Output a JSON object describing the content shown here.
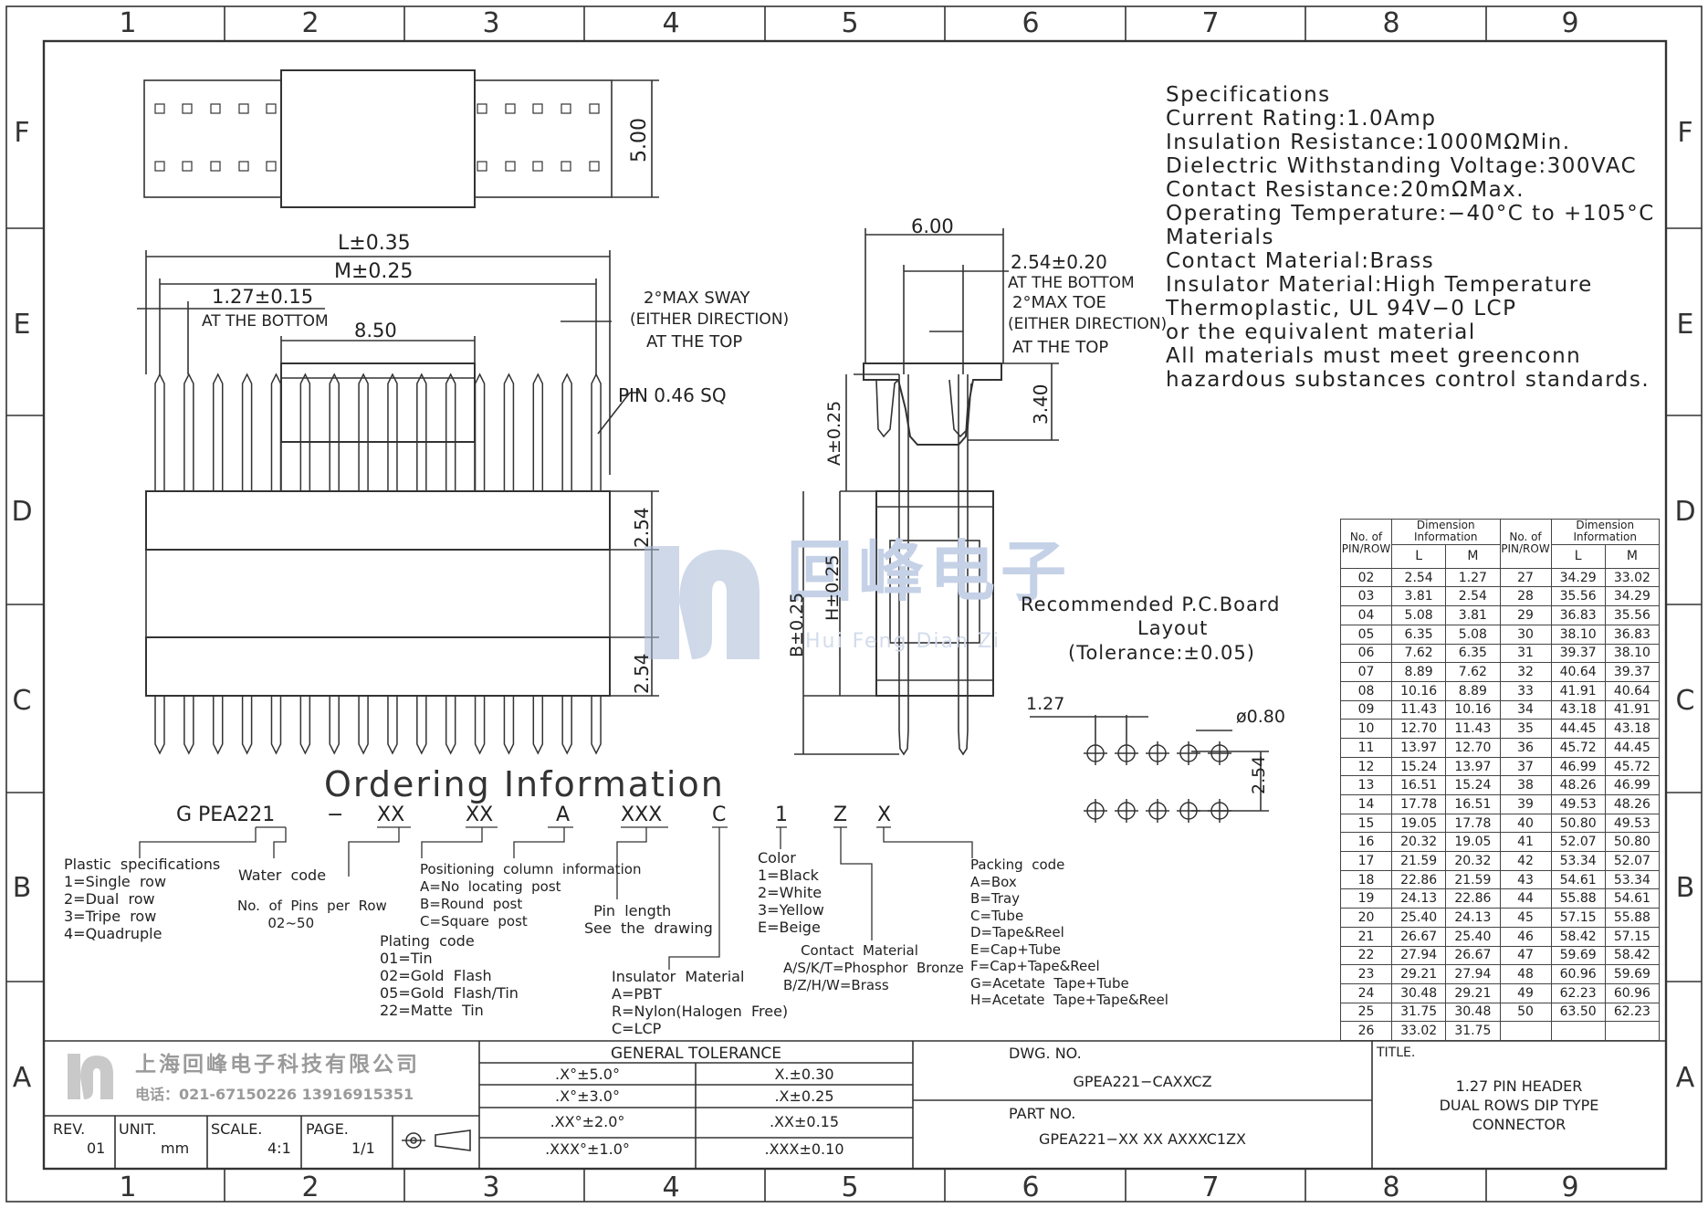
{
  "zone_labels": {
    "columns": [
      "1",
      "2",
      "3",
      "4",
      "5",
      "6",
      "7",
      "8",
      "9"
    ],
    "rows": [
      "F",
      "E",
      "D",
      "C",
      "B",
      "A"
    ]
  },
  "specifications": [
    "Specifications",
    "Current  Rating:1.0Amp",
    "Insulation  Resistance:1000MΩMin.",
    "Dielectric  Withstanding  Voltage:300VAC",
    "Contact  Resistance:20mΩMax.",
    "Operating  Temperature:−40°C  to  +105°C",
    "Materials",
    "Contact  Material:Brass",
    "Insulator  Material:High  Temperature",
    "Thermoplastic,  UL  94V−0  LCP",
    "or  the  equivalent  material",
    "All  materials  must  meet  greenconn",
    "hazardous  substances  control  standards."
  ],
  "dimensions": {
    "top_height": "5.00",
    "l": "L±0.35",
    "m": "M±0.25",
    "pitch": "1.27±0.15",
    "at_bottom": "AT THE BOTTOM",
    "housing_width": "8.50",
    "sway_1": "2°MAX  SWAY",
    "sway_2": "(EITHER DIRECTION)",
    "sway_3": "AT THE TOP",
    "pin_size": "PIN  0.46  SQ",
    "row_spacing_a": "2.54",
    "row_spacing_b": "2.54",
    "side_width": "6.00",
    "side_pitch": "2.54±0.20",
    "side_at_bottom": "AT THE BOTTOM",
    "toe_1": "2°MAX  TOE",
    "toe_2": "(EITHER DIRECTION)",
    "toe_3": "AT THE TOP",
    "side_height": "3.40",
    "a_dim": "A±0.25",
    "h_dim": "H±0.25",
    "b_dim": "B±0.25"
  },
  "pcb_layout": {
    "title_1": "Recommended  P.C.Board",
    "title_2": "Layout",
    "tolerance": "(Tolerance:±0.05)",
    "pitch": "1.27",
    "hole": "ø0.80",
    "row_pitch": "2.54"
  },
  "watermark": {
    "cn": "回峰电子",
    "en": "Hui Feng Dian Zi"
  },
  "ordering": {
    "title": "Ordering  Information",
    "code_parts": [
      "G  PEA221",
      "−",
      "XX",
      "XX",
      "A",
      "XXX",
      "C",
      "1",
      "Z",
      "X"
    ],
    "plastic": "Plastic  specifications\n1=Single  row\n2=Dual  row\n3=Tripe  row\n4=Quadruple",
    "water": "Water  code",
    "pins": "No.  of  Pins  per  Row\n       02~50",
    "plating": "Plating  code\n01=Tin\n02=Gold  Flash\n05=Gold  Flash/Tin\n22=Matte  Tin",
    "positioning": "Positioning  column  information\nA=No  locating  post\nB=Round  post\nC=Square  post",
    "pin_length": "  Pin  length\nSee  the  drawing",
    "insulator": "Insulator  Material\nA=PBT\nR=Nylon(Halogen  Free)\nC=LCP",
    "color": "Color\n1=Black\n2=White\n3=Yellow\nE=Beige",
    "contact": "    Contact  Material\nA/S/K/T=Phosphor  Bronze\nB/Z/H/W=Brass",
    "packing": "Packing  code\nA=Box\nB=Tray\nC=Tube\nD=Tape&Reel\nE=Cap+Tube\nF=Cap+Tape&Reel\nG=Acetate  Tape+Tube\nH=Acetate  Tape+Tape&Reel"
  },
  "dimension_table": {
    "h_pin_row": "No. of PIN/ROW",
    "h_dim": "Dimension  Information",
    "h_l": "L",
    "h_m": "M",
    "rows": [
      [
        "02",
        "2.54",
        "1.27",
        "27",
        "34.29",
        "33.02"
      ],
      [
        "03",
        "3.81",
        "2.54",
        "28",
        "35.56",
        "34.29"
      ],
      [
        "04",
        "5.08",
        "3.81",
        "29",
        "36.83",
        "35.56"
      ],
      [
        "05",
        "6.35",
        "5.08",
        "30",
        "38.10",
        "36.83"
      ],
      [
        "06",
        "7.62",
        "6.35",
        "31",
        "39.37",
        "38.10"
      ],
      [
        "07",
        "8.89",
        "7.62",
        "32",
        "40.64",
        "39.37"
      ],
      [
        "08",
        "10.16",
        "8.89",
        "33",
        "41.91",
        "40.64"
      ],
      [
        "09",
        "11.43",
        "10.16",
        "34",
        "43.18",
        "41.91"
      ],
      [
        "10",
        "12.70",
        "11.43",
        "35",
        "44.45",
        "43.18"
      ],
      [
        "11",
        "13.97",
        "12.70",
        "36",
        "45.72",
        "44.45"
      ],
      [
        "12",
        "15.24",
        "13.97",
        "37",
        "46.99",
        "45.72"
      ],
      [
        "13",
        "16.51",
        "15.24",
        "38",
        "48.26",
        "46.99"
      ],
      [
        "14",
        "17.78",
        "16.51",
        "39",
        "49.53",
        "48.26"
      ],
      [
        "15",
        "19.05",
        "17.78",
        "40",
        "50.80",
        "49.53"
      ],
      [
        "16",
        "20.32",
        "19.05",
        "41",
        "52.07",
        "50.80"
      ],
      [
        "17",
        "21.59",
        "20.32",
        "42",
        "53.34",
        "52.07"
      ],
      [
        "18",
        "22.86",
        "21.59",
        "43",
        "54.61",
        "53.34"
      ],
      [
        "19",
        "24.13",
        "22.86",
        "44",
        "55.88",
        "54.61"
      ],
      [
        "20",
        "25.40",
        "24.13",
        "45",
        "57.15",
        "55.88"
      ],
      [
        "21",
        "26.67",
        "25.40",
        "46",
        "58.42",
        "57.15"
      ],
      [
        "22",
        "27.94",
        "26.67",
        "47",
        "59.69",
        "58.42"
      ],
      [
        "23",
        "29.21",
        "27.94",
        "48",
        "60.96",
        "59.69"
      ],
      [
        "24",
        "30.48",
        "29.21",
        "49",
        "62.23",
        "60.96"
      ],
      [
        "25",
        "31.75",
        "30.48",
        "50",
        "63.50",
        "62.23"
      ],
      [
        "26",
        "33.02",
        "31.75",
        "",
        "",
        ""
      ]
    ]
  },
  "title_block": {
    "company": "上海回峰电子科技有限公司",
    "phone": "电话：021-67150226  13916915351",
    "general_tolerance": "GENERAL  TOLERANCE",
    "tol_rows": [
      [
        ".X°±5.0°",
        "X.±0.30"
      ],
      [
        ".X°±3.0°",
        ".X±0.25"
      ],
      [
        ".XX°±2.0°",
        ".XX±0.15"
      ],
      [
        ".XXX°±1.0°",
        ".XXX±0.10"
      ]
    ],
    "rev_label": "REV.",
    "rev": "01",
    "unit_label": "UNIT.",
    "unit": "mm",
    "scale_label": "SCALE.",
    "scale": "4:1",
    "page_label": "PAGE.",
    "page": "1/1",
    "dwg_label": "DWG.  NO.",
    "dwg_no": "GPEA221−CAXXCZ",
    "part_label": "PART  NO.",
    "part_no": "GPEA221−XX  XX  AXXXC1ZX",
    "title_label": "TITLE.",
    "title_1": "1.27  PIN  HEADER",
    "title_2": "DUAL  ROWS  DIP  TYPE",
    "title_3": "CONNECTOR"
  },
  "colors": {
    "line": "#333333",
    "watermark": "#c5d1e6"
  }
}
